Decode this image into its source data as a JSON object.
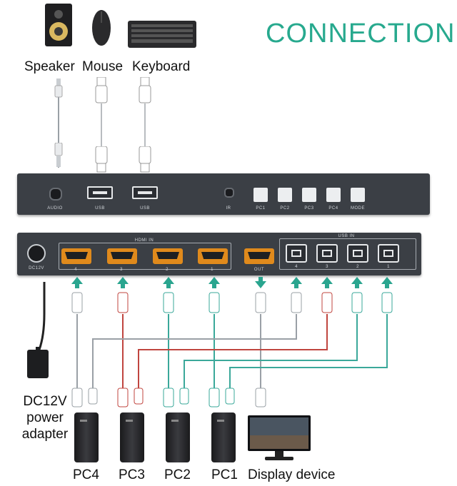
{
  "title": "CONNECTION",
  "peripherals": {
    "speaker": "Speaker",
    "mouse": "Mouse",
    "keyboard": "Keyboard"
  },
  "front_panel": {
    "labels": [
      "AUDIO",
      "USB",
      "USB",
      "IR",
      "PC1",
      "PC2",
      "PC3",
      "PC4",
      "MODE"
    ]
  },
  "back_panel": {
    "dc_label": "DC12V",
    "hdmi_in_label": "HDMI IN",
    "hdmi_in_ports": [
      "4",
      "3",
      "2",
      "1"
    ],
    "out_label": "OUT",
    "usb_in_label": "USB IN",
    "usb_in_ports": [
      "4",
      "3",
      "2",
      "1"
    ]
  },
  "power": {
    "line1": "DC12V",
    "line2": "power",
    "line3": "adapter"
  },
  "devices": {
    "pc4": "PC4",
    "pc3": "PC3",
    "pc2": "PC2",
    "pc1": "PC1",
    "display": "Display device"
  },
  "colors": {
    "title": "#27a98e",
    "teal": "#3aa89a",
    "red": "#c0453f",
    "gray": "#8d9197",
    "panel": "#3b3f45",
    "hdmi_port": "#e08a1c"
  },
  "icons": [
    "speaker-icon",
    "mouse-icon",
    "keyboard-icon",
    "pc-tower-icon",
    "monitor-icon",
    "power-adapter-icon"
  ]
}
